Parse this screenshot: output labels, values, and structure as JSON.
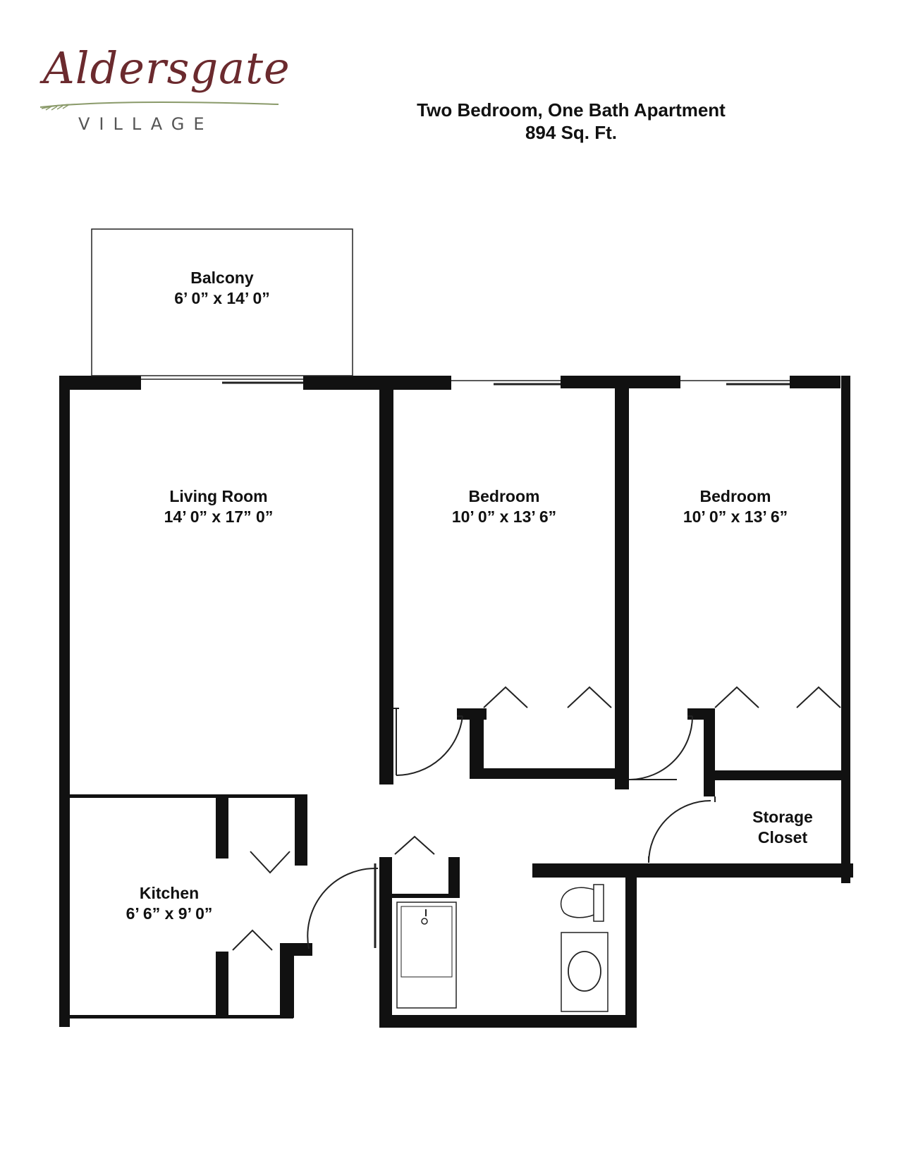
{
  "brand": {
    "script_name": "Aldersgate",
    "sub_name": "VILLAGE",
    "colors": {
      "script": "#6b2a2e",
      "swoosh": "#8a9a6a",
      "sub": "#555555"
    }
  },
  "header": {
    "title": "Two Bedroom, One Bath Apartment",
    "area": "894 Sq. Ft."
  },
  "rooms": {
    "balcony": {
      "name": "Balcony",
      "dimensions": "6’ 0” x 14’ 0”"
    },
    "living": {
      "name": "Living Room",
      "dimensions": "14’ 0” x 17” 0”"
    },
    "bedroom1": {
      "name": "Bedroom",
      "dimensions": "10’ 0” x 13’ 6”"
    },
    "bedroom2": {
      "name": "Bedroom",
      "dimensions": "10’ 0” x 13’ 6”"
    },
    "kitchen": {
      "name": "Kitchen",
      "dimensions": "6’ 6” x 9’ 0”"
    },
    "storage": {
      "line1": "Storage",
      "line2": "Closet"
    }
  },
  "colors": {
    "wall": "#111111",
    "line": "#222222"
  }
}
